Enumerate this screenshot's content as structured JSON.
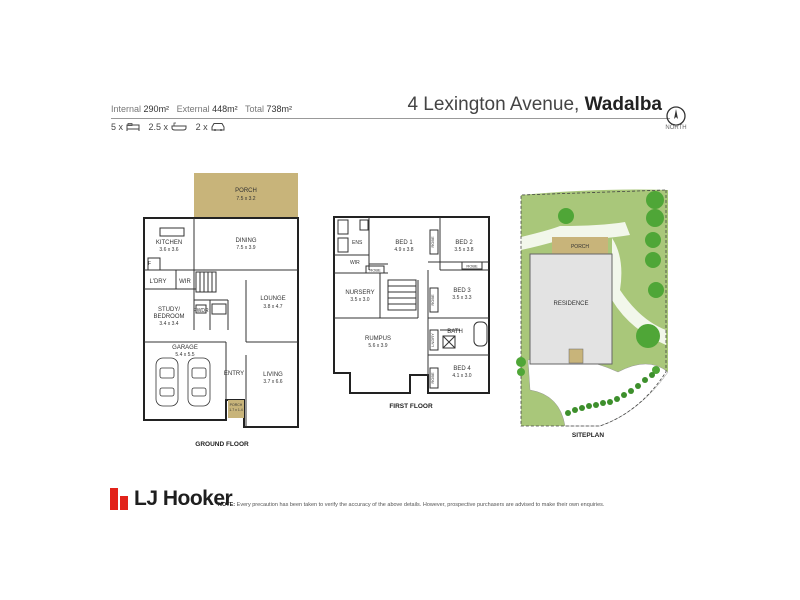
{
  "header": {
    "internal_label": "Internal",
    "internal_value": "290m²",
    "external_label": "External",
    "external_value": "448m²",
    "total_label": "Total",
    "total_value": "738m²",
    "street": "4 Lexington Avenue,",
    "suburb": "Wadalba",
    "north_label": "NORTH"
  },
  "counts": {
    "bedrooms": "5 x",
    "bathrooms": "2.5 x",
    "cars": "2 x",
    "icons": [
      "bed-icon",
      "bath-icon",
      "car-icon"
    ]
  },
  "ground_floor": {
    "caption": "GROUND FLOOR",
    "rooms": {
      "porch_top_name": "PORCH",
      "porch_top_size": "7.5 x 3.2",
      "kitchen_name": "KITCHEN",
      "kitchen_size": "3.6 x 3.6",
      "dining_name": "DINING",
      "dining_size": "7.5 x 3.9",
      "ldry": "L'DRY",
      "wir": "WIR",
      "pwdr": "PWDR",
      "study_name_1": "STUDY/",
      "study_name_2": "BEDROOM",
      "study_size": "3.4 x 3.4",
      "lounge_name": "LOUNGE",
      "lounge_size": "3.8 x 4.7",
      "garage_name": "GARAGE",
      "garage_size": "5.4 x 5.5",
      "entry": "ENTRY",
      "living_name": "LIVING",
      "living_size": "3.7 x 6.6",
      "porch_small_name": "PORCH",
      "porch_small_size": "1.7 x 1.4",
      "fridge": "F"
    }
  },
  "first_floor": {
    "caption": "FIRST FLOOR",
    "rooms": {
      "ens": "ENS",
      "bed1_name": "BED 1",
      "bed1_size": "4.9 x 3.8",
      "bed2_name": "BED 2",
      "bed2_size": "3.5 x 3.8",
      "wir": "WIR",
      "robe": "ROBE",
      "nursery_name": "NURSERY",
      "nursery_size": "3.5 x 3.0",
      "bed3_name": "BED 3",
      "bed3_size": "3.5 x 3.3",
      "bath": "BATH",
      "lndry": "LNDRY",
      "rumpus_name": "RUMPUS",
      "rumpus_size": "5.6 x 3.9",
      "bed4_name": "BED 4",
      "bed4_size": "4.1 x 3.0"
    }
  },
  "siteplan": {
    "caption": "SITEPLAN",
    "porch": "PORCH",
    "residence": "RESIDENCE"
  },
  "footer": {
    "brand": "LJ Hooker",
    "note_label": "NOTE:",
    "note_text": "Every precaution has been taken to verify the accuracy of the above details. However, prospective purchasers are advised to make their own enquiries."
  },
  "colors": {
    "brand_red": "#e2231a",
    "porch_fill": "#c8b47a",
    "grass": "#a9c77a",
    "tree": "#4fa637",
    "residence_fill": "#e3e3e3",
    "wall": "#222222"
  }
}
